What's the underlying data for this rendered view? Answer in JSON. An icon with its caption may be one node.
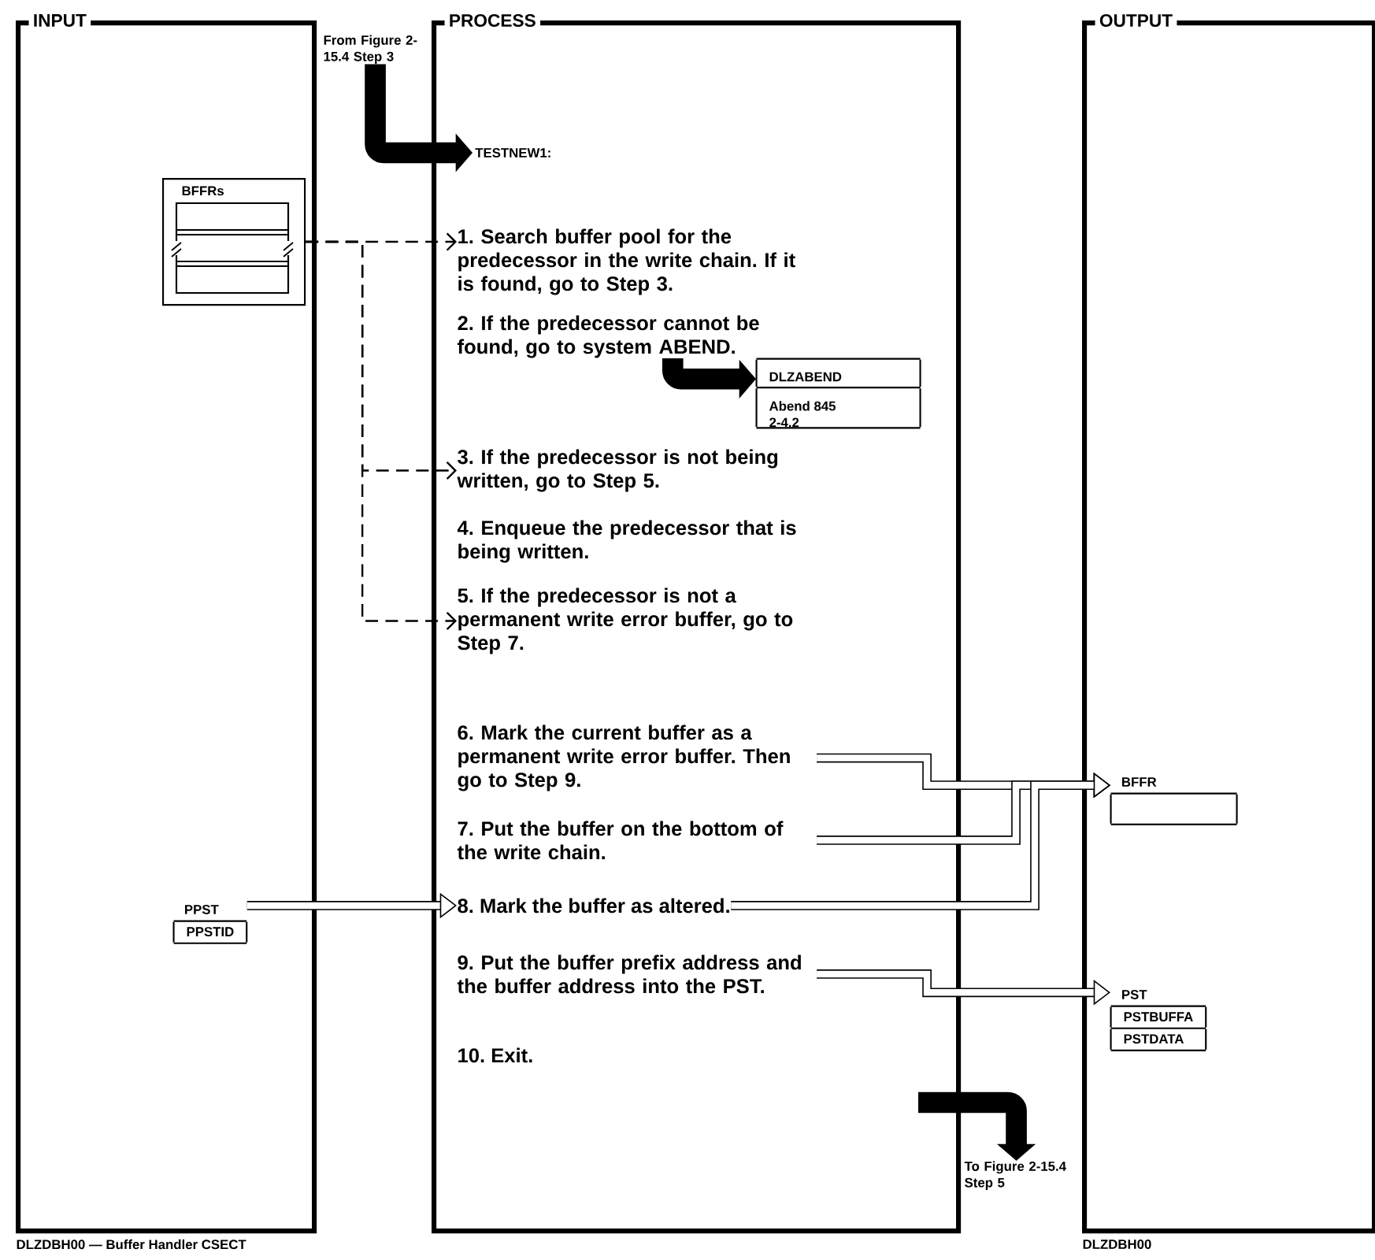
{
  "diagram": {
    "nodes": [
      {
        "text": [
          "INPUT"
        ]
      },
      {
        "text": [
          "PROCESS"
        ]
      },
      {
        "text": [
          "OUTPUT"
        ]
      },
      {
        "text": [
          "BFFRs"
        ],
        "in": 0
      },
      {
        "text": [
          "PPST",
          "PPSTID"
        ],
        "in": 0
      },
      {
        "text": [
          "From Figure 2-15.4 Step 3"
        ]
      },
      {
        "text": [
          "TESTNEW1:"
        ],
        "in": 1
      },
      {
        "text": [
          "1. Search buffer pool for the predecessor in the write chain. If it is found, go to Step 3."
        ],
        "in": 1
      },
      {
        "text": [
          "2. If the predecessor cannot be found, go to system ABEND."
        ],
        "in": 1
      },
      {
        "text": [
          "3. If the predecessor is not being written, go to Step 5."
        ],
        "in": 1
      },
      {
        "text": [
          "4. Enqueue the predecessor that is being written."
        ],
        "in": 1
      },
      {
        "text": [
          "5. If the predecessor is not a permanent write error buffer, go to Step 7."
        ],
        "in": 1
      },
      {
        "text": [
          "6. Mark the current buffer as a permanent write error buffer. Then go to Step 9."
        ],
        "in": 1
      },
      {
        "text": [
          "7. Put the buffer on the bottom of the write chain."
        ],
        "in": 1
      },
      {
        "text": [
          "8. Mark the buffer as altered."
        ],
        "in": 1
      },
      {
        "text": [
          "9. Put the buffer prefix address and the buffer address into the PST."
        ],
        "in": 1
      },
      {
        "text": [
          "10. Exit."
        ],
        "in": 1
      },
      {
        "text": [
          "DLZABEND",
          "Abend 845 2-4.2"
        ],
        "in": 1
      },
      {
        "text": [
          "To Figure 2-15.4 Step 5"
        ]
      },
      {
        "text": [
          "BFFR"
        ],
        "in": 2
      },
      {
        "text": [
          "PST",
          "PSTBUFFA",
          "PSTDATA"
        ],
        "in": 2
      }
    ],
    "edges": [
      {
        "from": 5,
        "to": 6,
        "arrow": "to",
        "style": "thick"
      },
      {
        "from": 8,
        "to": 17,
        "arrow": "to",
        "style": "thick"
      },
      {
        "from": 3,
        "to": 7,
        "arrow": "to",
        "style": "dashed"
      },
      {
        "from": 3,
        "to": 9,
        "arrow": "to",
        "style": "dashed"
      },
      {
        "from": 3,
        "to": 11,
        "arrow": "to",
        "style": "dashed"
      },
      {
        "from": 4,
        "to": 14,
        "arrow": "to"
      },
      {
        "from": 12,
        "to": 19,
        "arrow": "to"
      },
      {
        "from": 13,
        "to": 19,
        "arrow": "to"
      },
      {
        "from": 14,
        "to": 19,
        "arrow": "to"
      },
      {
        "from": 15,
        "to": 20,
        "arrow": "to"
      },
      {
        "from": null,
        "to": 18,
        "arrow": "to",
        "style": "thick"
      }
    ],
    "labels": [
      "DLZDBH00 — Buffer Handler CSECT",
      "DLZDBH00"
    ]
  }
}
